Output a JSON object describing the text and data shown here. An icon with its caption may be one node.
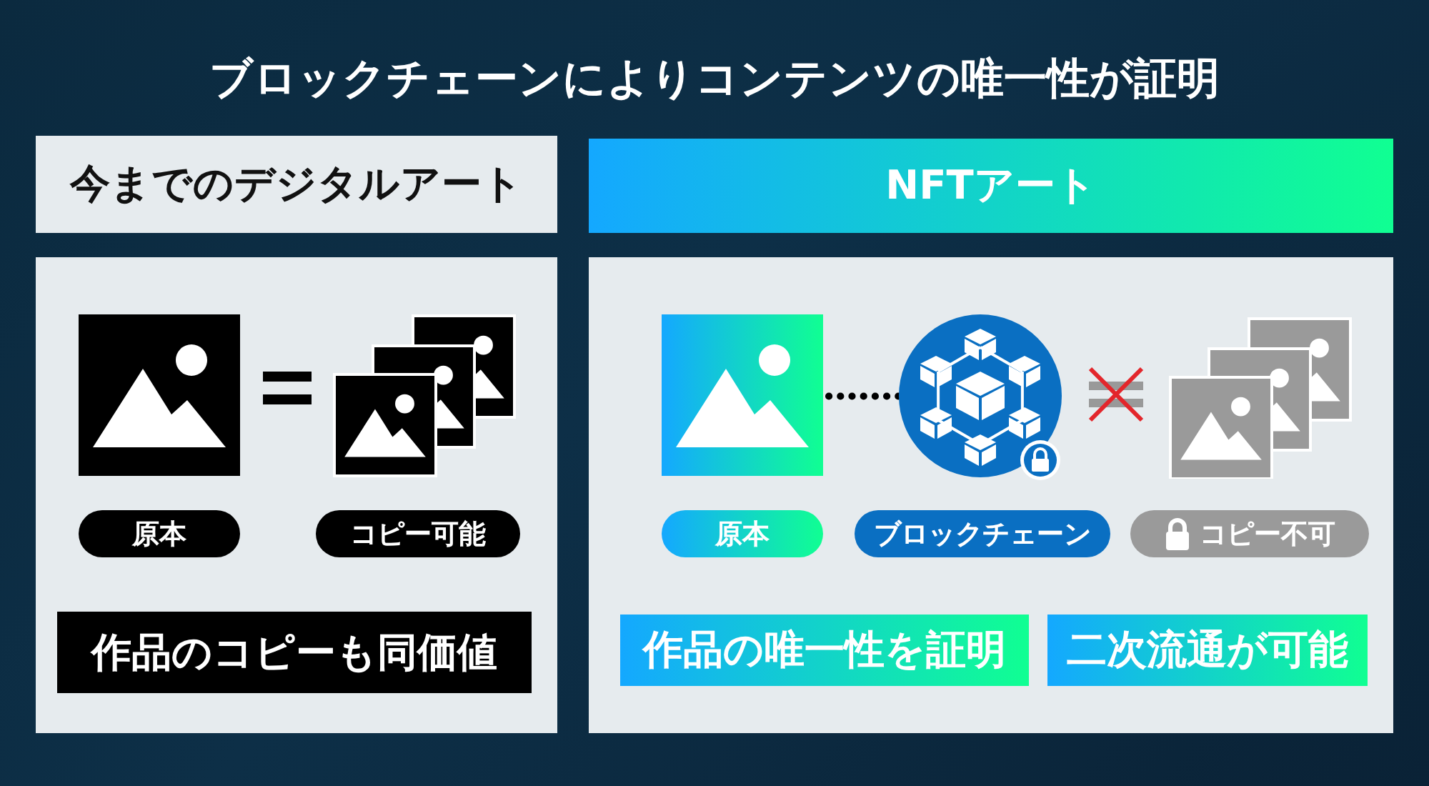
{
  "diagram": {
    "title": "ブロックチェーンによりコンテンツの唯一性が証明",
    "nodes": [
      {
        "text": [
          "今までのデジタルアート"
        ]
      },
      {
        "text": [],
        "shape": "picture"
      },
      {
        "text": [],
        "shape": "picture"
      },
      {
        "text": [
          "原本"
        ]
      },
      {
        "text": [
          "コピー可能"
        ]
      },
      {
        "text": [
          "作品のコピーも同価値"
        ]
      },
      {
        "text": [
          "NFTアート"
        ]
      },
      {
        "text": [],
        "shape": "picture"
      },
      {
        "text": [],
        "shape": "picture"
      },
      {
        "text": [],
        "shape": "picture"
      },
      {
        "text": [
          "原本"
        ]
      },
      {
        "text": [
          "ブロックチェーン"
        ]
      },
      {
        "text": [
          "コピー不可"
        ]
      },
      {
        "text": [
          "作品の唯一性を証明"
        ]
      },
      {
        "text": [
          "二次流通が可能"
        ]
      }
    ],
    "edges": [
      {
        "from": 7,
        "to": 8,
        "arrow": "none",
        "style": "dashed"
      }
    ]
  }
}
